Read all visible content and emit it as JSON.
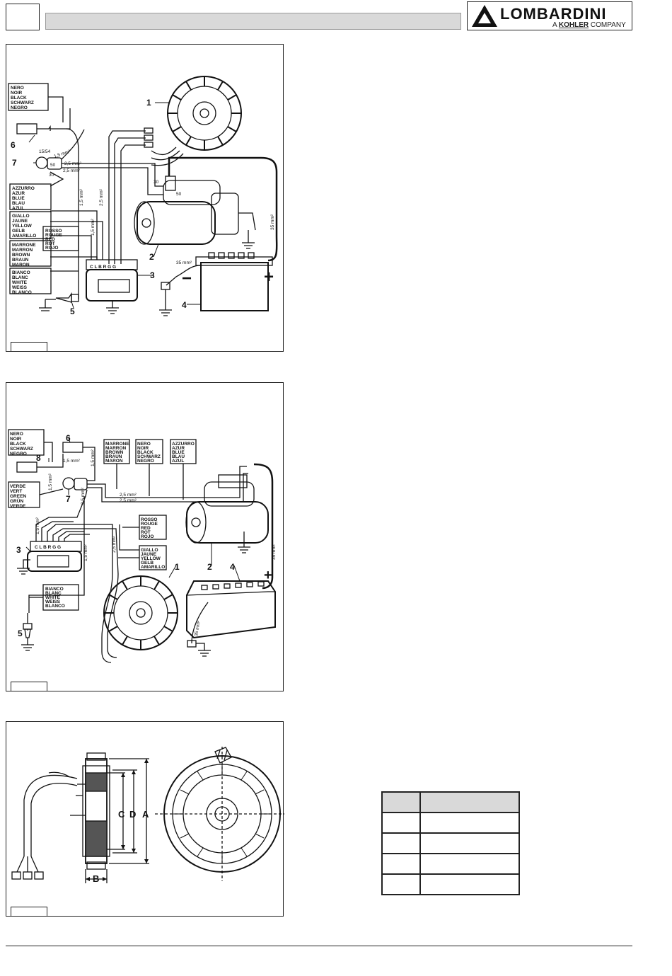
{
  "header": {
    "brand": "LOMBARDINI",
    "tagline_prefix": "A",
    "tagline_brand": "KOHLER",
    "tagline_suffix": "COMPANY"
  },
  "figure1": {
    "labels": {
      "black": [
        "NERO",
        "NOIR",
        "BLACK",
        "SCHWARZ",
        "NEGRO"
      ],
      "blue": [
        "AZZURRO",
        "AZUR",
        "BLUE",
        "BLAU",
        "AZUL"
      ],
      "yellow": [
        "GIALLO",
        "JAUNE",
        "YELLOW",
        "GELB",
        "AMARILLO"
      ],
      "red": [
        "ROSSO",
        "ROUGE",
        "RED",
        "ROT",
        "ROJO"
      ],
      "brown": [
        "MARRONE",
        "MARRON",
        "BROWN",
        "BRAUN",
        "MARON"
      ],
      "white": [
        "BIANCO",
        "BLANC",
        "WHITE",
        "WEISS",
        "BLANCO"
      ]
    },
    "callouts": [
      "1",
      "2",
      "3",
      "4",
      "5",
      "6",
      "7"
    ],
    "wire_sizes": [
      "1,5 mm²",
      "2,5 mm²",
      "2,5 mm²",
      "1,5 mm²",
      "2,5 mm²",
      "1,5 mm²",
      "35 mm²",
      "35 mm²"
    ],
    "terminals": [
      "15/54",
      "50",
      "30",
      "30",
      "50"
    ],
    "regulator_terminals": "C L B R G G",
    "minus": "−",
    "plus": "+"
  },
  "figure2": {
    "labels": {
      "black": [
        "NERO",
        "NOIR",
        "BLACK",
        "SCHWARZ",
        "NEGRO"
      ],
      "brown": [
        "MARRONE",
        "MARRON",
        "BROWN",
        "BRAUN",
        "MARON"
      ],
      "black2": [
        "NERO",
        "NOIR",
        "BLACK",
        "SCHWARZ",
        "NEGRO"
      ],
      "blue": [
        "AZZURRO",
        "AZUR",
        "BLUE",
        "BLAU",
        "AZUL"
      ],
      "green": [
        "VERDE",
        "VERT",
        "GREEN",
        "GRÜN",
        "VERDE"
      ],
      "red": [
        "ROSSO",
        "ROUGE",
        "RED",
        "ROT",
        "ROJO"
      ],
      "yellow": [
        "GIALLO",
        "JAUNE",
        "YELLOW",
        "GELB",
        "AMARILLO"
      ],
      "white": [
        "BIANCO",
        "BLANC",
        "WHITE",
        "WEISS",
        "BLANCO"
      ]
    },
    "callouts": [
      "1",
      "2",
      "3",
      "4",
      "5",
      "6",
      "7",
      "8"
    ],
    "wire_sizes": [
      "1,5 mm²",
      "1,5 mm²",
      "1,5 mm²",
      "2,5 mm²",
      "2,5 mm²",
      "2,5 mm²",
      "1,5 mm²",
      "2,5 mm²",
      "1,5 mm²",
      "35 mm²",
      "35 mm²"
    ],
    "regulator_terminals": "C L B R G G",
    "plus": "+"
  },
  "figure3": {
    "dimensions": [
      "C",
      "D",
      "A",
      "B"
    ]
  }
}
